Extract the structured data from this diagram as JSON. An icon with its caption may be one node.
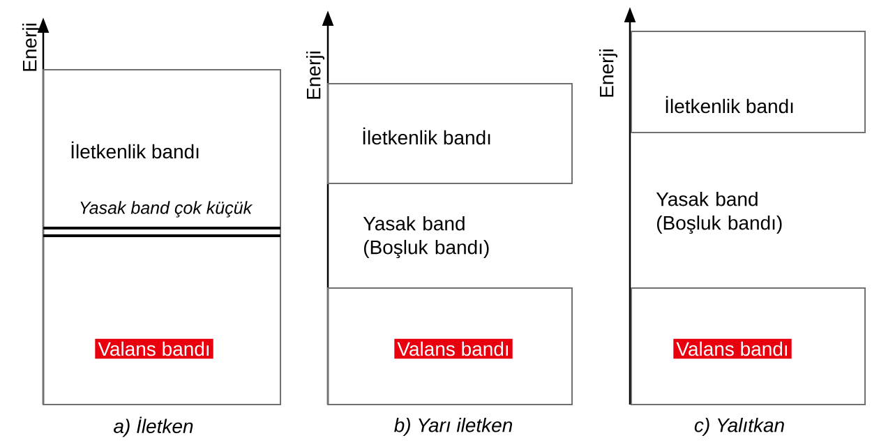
{
  "diagram": {
    "nodes": [
      {
        "text": [
          "İletkenlik bandı",
          "Yasak band çok küçük",
          "Valans bandı"
        ]
      },
      {
        "text": [
          "İletkenlik bandı"
        ]
      },
      {
        "text": [
          "Yasak band (Boşluk bandı)"
        ]
      },
      {
        "text": [
          "Valans bandı"
        ]
      },
      {
        "text": [
          "İletkenlik bandı"
        ]
      },
      {
        "text": [
          "Yasak band (Boşluk bandı)"
        ]
      },
      {
        "text": [
          "Valans bandı"
        ]
      }
    ],
    "labels": [
      "Enerji",
      "a) İletken",
      "Enerji",
      "b) Yarı iletken",
      "Enerji",
      "c) Yalıtkan"
    ]
  }
}
